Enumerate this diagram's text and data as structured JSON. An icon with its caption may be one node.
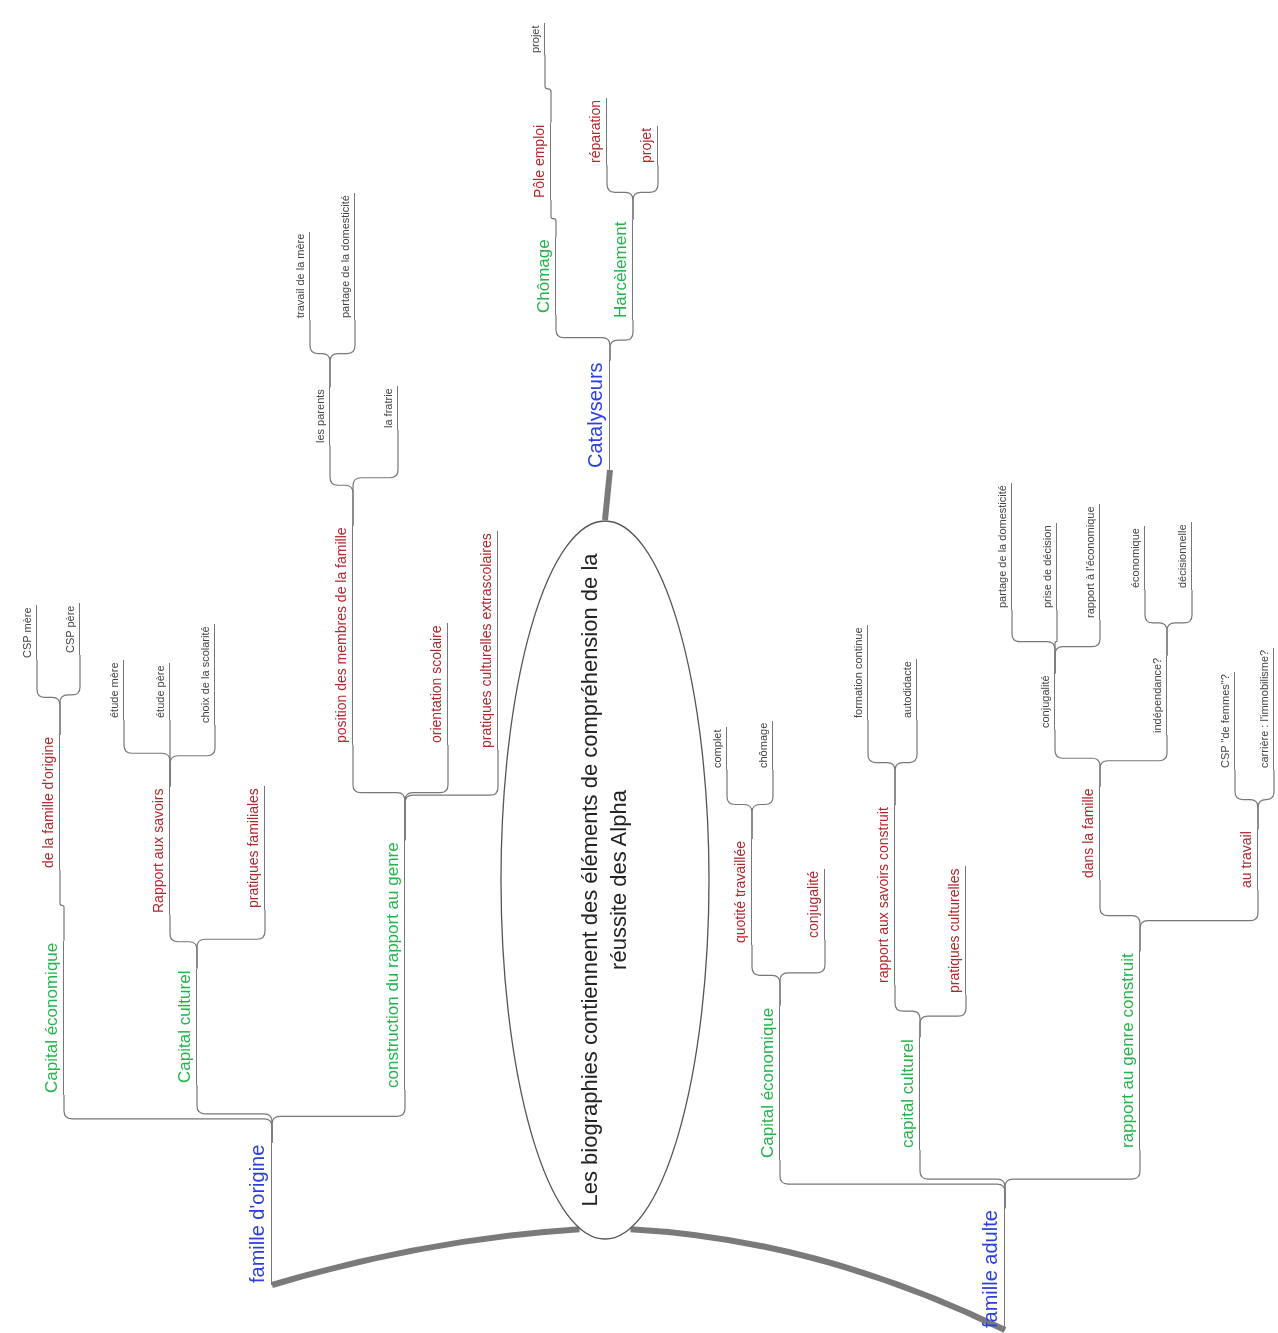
{
  "diagram": {
    "nodes": [
      {
        "text": [
          "Les biographies contiennent des éléments de compréhension de la réussite des Alpha"
        ]
      },
      {
        "text": [
          "famille d'origine"
        ]
      },
      {
        "text": [
          "Capital économique"
        ]
      },
      {
        "text": [
          "de la famille d'origine"
        ]
      },
      {
        "text": [
          "CSP mère"
        ]
      },
      {
        "text": [
          "CSP père"
        ]
      },
      {
        "text": [
          "Capital culturel"
        ]
      },
      {
        "text": [
          "Rapport aux savoirs"
        ]
      },
      {
        "text": [
          "étude mère"
        ]
      },
      {
        "text": [
          "étude père"
        ]
      },
      {
        "text": [
          "choix de la scolarité"
        ]
      },
      {
        "text": [
          "pratiques familiales"
        ]
      },
      {
        "text": [
          "construction du rapport au genre"
        ]
      },
      {
        "text": [
          "position des membres de la famille"
        ]
      },
      {
        "text": [
          "les parents"
        ]
      },
      {
        "text": [
          "travail de la mère"
        ]
      },
      {
        "text": [
          "partage de la domesticité"
        ]
      },
      {
        "text": [
          "la fratrie"
        ]
      },
      {
        "text": [
          "orientation scolaire"
        ]
      },
      {
        "text": [
          "pratiques culturelles extrascolaires"
        ]
      },
      {
        "text": [
          "Catalyseurs"
        ]
      },
      {
        "text": [
          "Chômage"
        ]
      },
      {
        "text": [
          "Pôle emploi"
        ]
      },
      {
        "text": [
          "projet"
        ]
      },
      {
        "text": [
          "Harcèlement"
        ]
      },
      {
        "text": [
          "réparation"
        ]
      },
      {
        "text": [
          "projet"
        ]
      },
      {
        "text": [
          "famille adulte"
        ]
      },
      {
        "text": [
          "Capital économique"
        ]
      },
      {
        "text": [
          "quotité travaillée"
        ]
      },
      {
        "text": [
          "complet"
        ]
      },
      {
        "text": [
          "chômage"
        ]
      },
      {
        "text": [
          "conjugalité"
        ]
      },
      {
        "text": [
          "capital culturel"
        ]
      },
      {
        "text": [
          "rapport aux savoirs construit"
        ]
      },
      {
        "text": [
          "formation continue"
        ]
      },
      {
        "text": [
          "autodidacte"
        ]
      },
      {
        "text": [
          "pratiques culturelles"
        ]
      },
      {
        "text": [
          "rapport au genre construit"
        ]
      },
      {
        "text": [
          "dans la famille"
        ]
      },
      {
        "text": [
          "conjugalité"
        ]
      },
      {
        "text": [
          "partage de la domesticité"
        ]
      },
      {
        "text": [
          "prise de décision"
        ]
      },
      {
        "text": [
          "rapport à l'économique"
        ]
      },
      {
        "text": [
          "indépendance?"
        ]
      },
      {
        "text": [
          "économique"
        ]
      },
      {
        "text": [
          "décisionnelle"
        ]
      },
      {
        "text": [
          "au travail"
        ]
      },
      {
        "text": [
          "CSP \"de femmes\"?"
        ]
      },
      {
        "text": [
          "carrière : l'immobilisme?"
        ]
      }
    ],
    "edges": [
      {
        "from": 0,
        "to": 1,
        "arrow": "none",
        "style": "thick"
      },
      {
        "from": 1,
        "to": 2,
        "arrow": "none"
      },
      {
        "from": 2,
        "to": 3,
        "arrow": "none"
      },
      {
        "from": 3,
        "to": 4,
        "arrow": "none"
      },
      {
        "from": 3,
        "to": 5,
        "arrow": "none"
      },
      {
        "from": 1,
        "to": 6,
        "arrow": "none"
      },
      {
        "from": 6,
        "to": 7,
        "arrow": "none"
      },
      {
        "from": 7,
        "to": 8,
        "arrow": "none"
      },
      {
        "from": 7,
        "to": 9,
        "arrow": "none"
      },
      {
        "from": 7,
        "to": 10,
        "arrow": "none"
      },
      {
        "from": 6,
        "to": 11,
        "arrow": "none"
      },
      {
        "from": 1,
        "to": 12,
        "arrow": "none"
      },
      {
        "from": 12,
        "to": 13,
        "arrow": "none"
      },
      {
        "from": 13,
        "to": 14,
        "arrow": "none"
      },
      {
        "from": 14,
        "to": 15,
        "arrow": "none"
      },
      {
        "from": 14,
        "to": 16,
        "arrow": "none"
      },
      {
        "from": 13,
        "to": 17,
        "arrow": "none"
      },
      {
        "from": 12,
        "to": 18,
        "arrow": "none"
      },
      {
        "from": 12,
        "to": 19,
        "arrow": "none"
      },
      {
        "from": 0,
        "to": 20,
        "arrow": "none",
        "style": "thick"
      },
      {
        "from": 20,
        "to": 21,
        "arrow": "none"
      },
      {
        "from": 21,
        "to": 22,
        "arrow": "none"
      },
      {
        "from": 22,
        "to": 23,
        "arrow": "none"
      },
      {
        "from": 20,
        "to": 24,
        "arrow": "none"
      },
      {
        "from": 24,
        "to": 25,
        "arrow": "none"
      },
      {
        "from": 24,
        "to": 26,
        "arrow": "none"
      },
      {
        "from": 0,
        "to": 27,
        "arrow": "none",
        "style": "thick"
      },
      {
        "from": 27,
        "to": 28,
        "arrow": "none"
      },
      {
        "from": 28,
        "to": 29,
        "arrow": "none"
      },
      {
        "from": 29,
        "to": 30,
        "arrow": "none"
      },
      {
        "from": 29,
        "to": 31,
        "arrow": "none"
      },
      {
        "from": 28,
        "to": 32,
        "arrow": "none"
      },
      {
        "from": 27,
        "to": 33,
        "arrow": "none"
      },
      {
        "from": 33,
        "to": 34,
        "arrow": "none"
      },
      {
        "from": 34,
        "to": 35,
        "arrow": "none"
      },
      {
        "from": 34,
        "to": 36,
        "arrow": "none"
      },
      {
        "from": 33,
        "to": 37,
        "arrow": "none"
      },
      {
        "from": 27,
        "to": 38,
        "arrow": "none"
      },
      {
        "from": 38,
        "to": 39,
        "arrow": "none"
      },
      {
        "from": 39,
        "to": 40,
        "arrow": "none"
      },
      {
        "from": 40,
        "to": 41,
        "arrow": "none"
      },
      {
        "from": 40,
        "to": 42,
        "arrow": "none"
      },
      {
        "from": 40,
        "to": 43,
        "arrow": "none"
      },
      {
        "from": 39,
        "to": 44,
        "arrow": "none"
      },
      {
        "from": 44,
        "to": 45,
        "arrow": "none"
      },
      {
        "from": 44,
        "to": 46,
        "arrow": "none"
      },
      {
        "from": 38,
        "to": 47,
        "arrow": "none"
      },
      {
        "from": 47,
        "to": 48,
        "arrow": "none"
      },
      {
        "from": 47,
        "to": 49,
        "arrow": "none"
      }
    ]
  }
}
